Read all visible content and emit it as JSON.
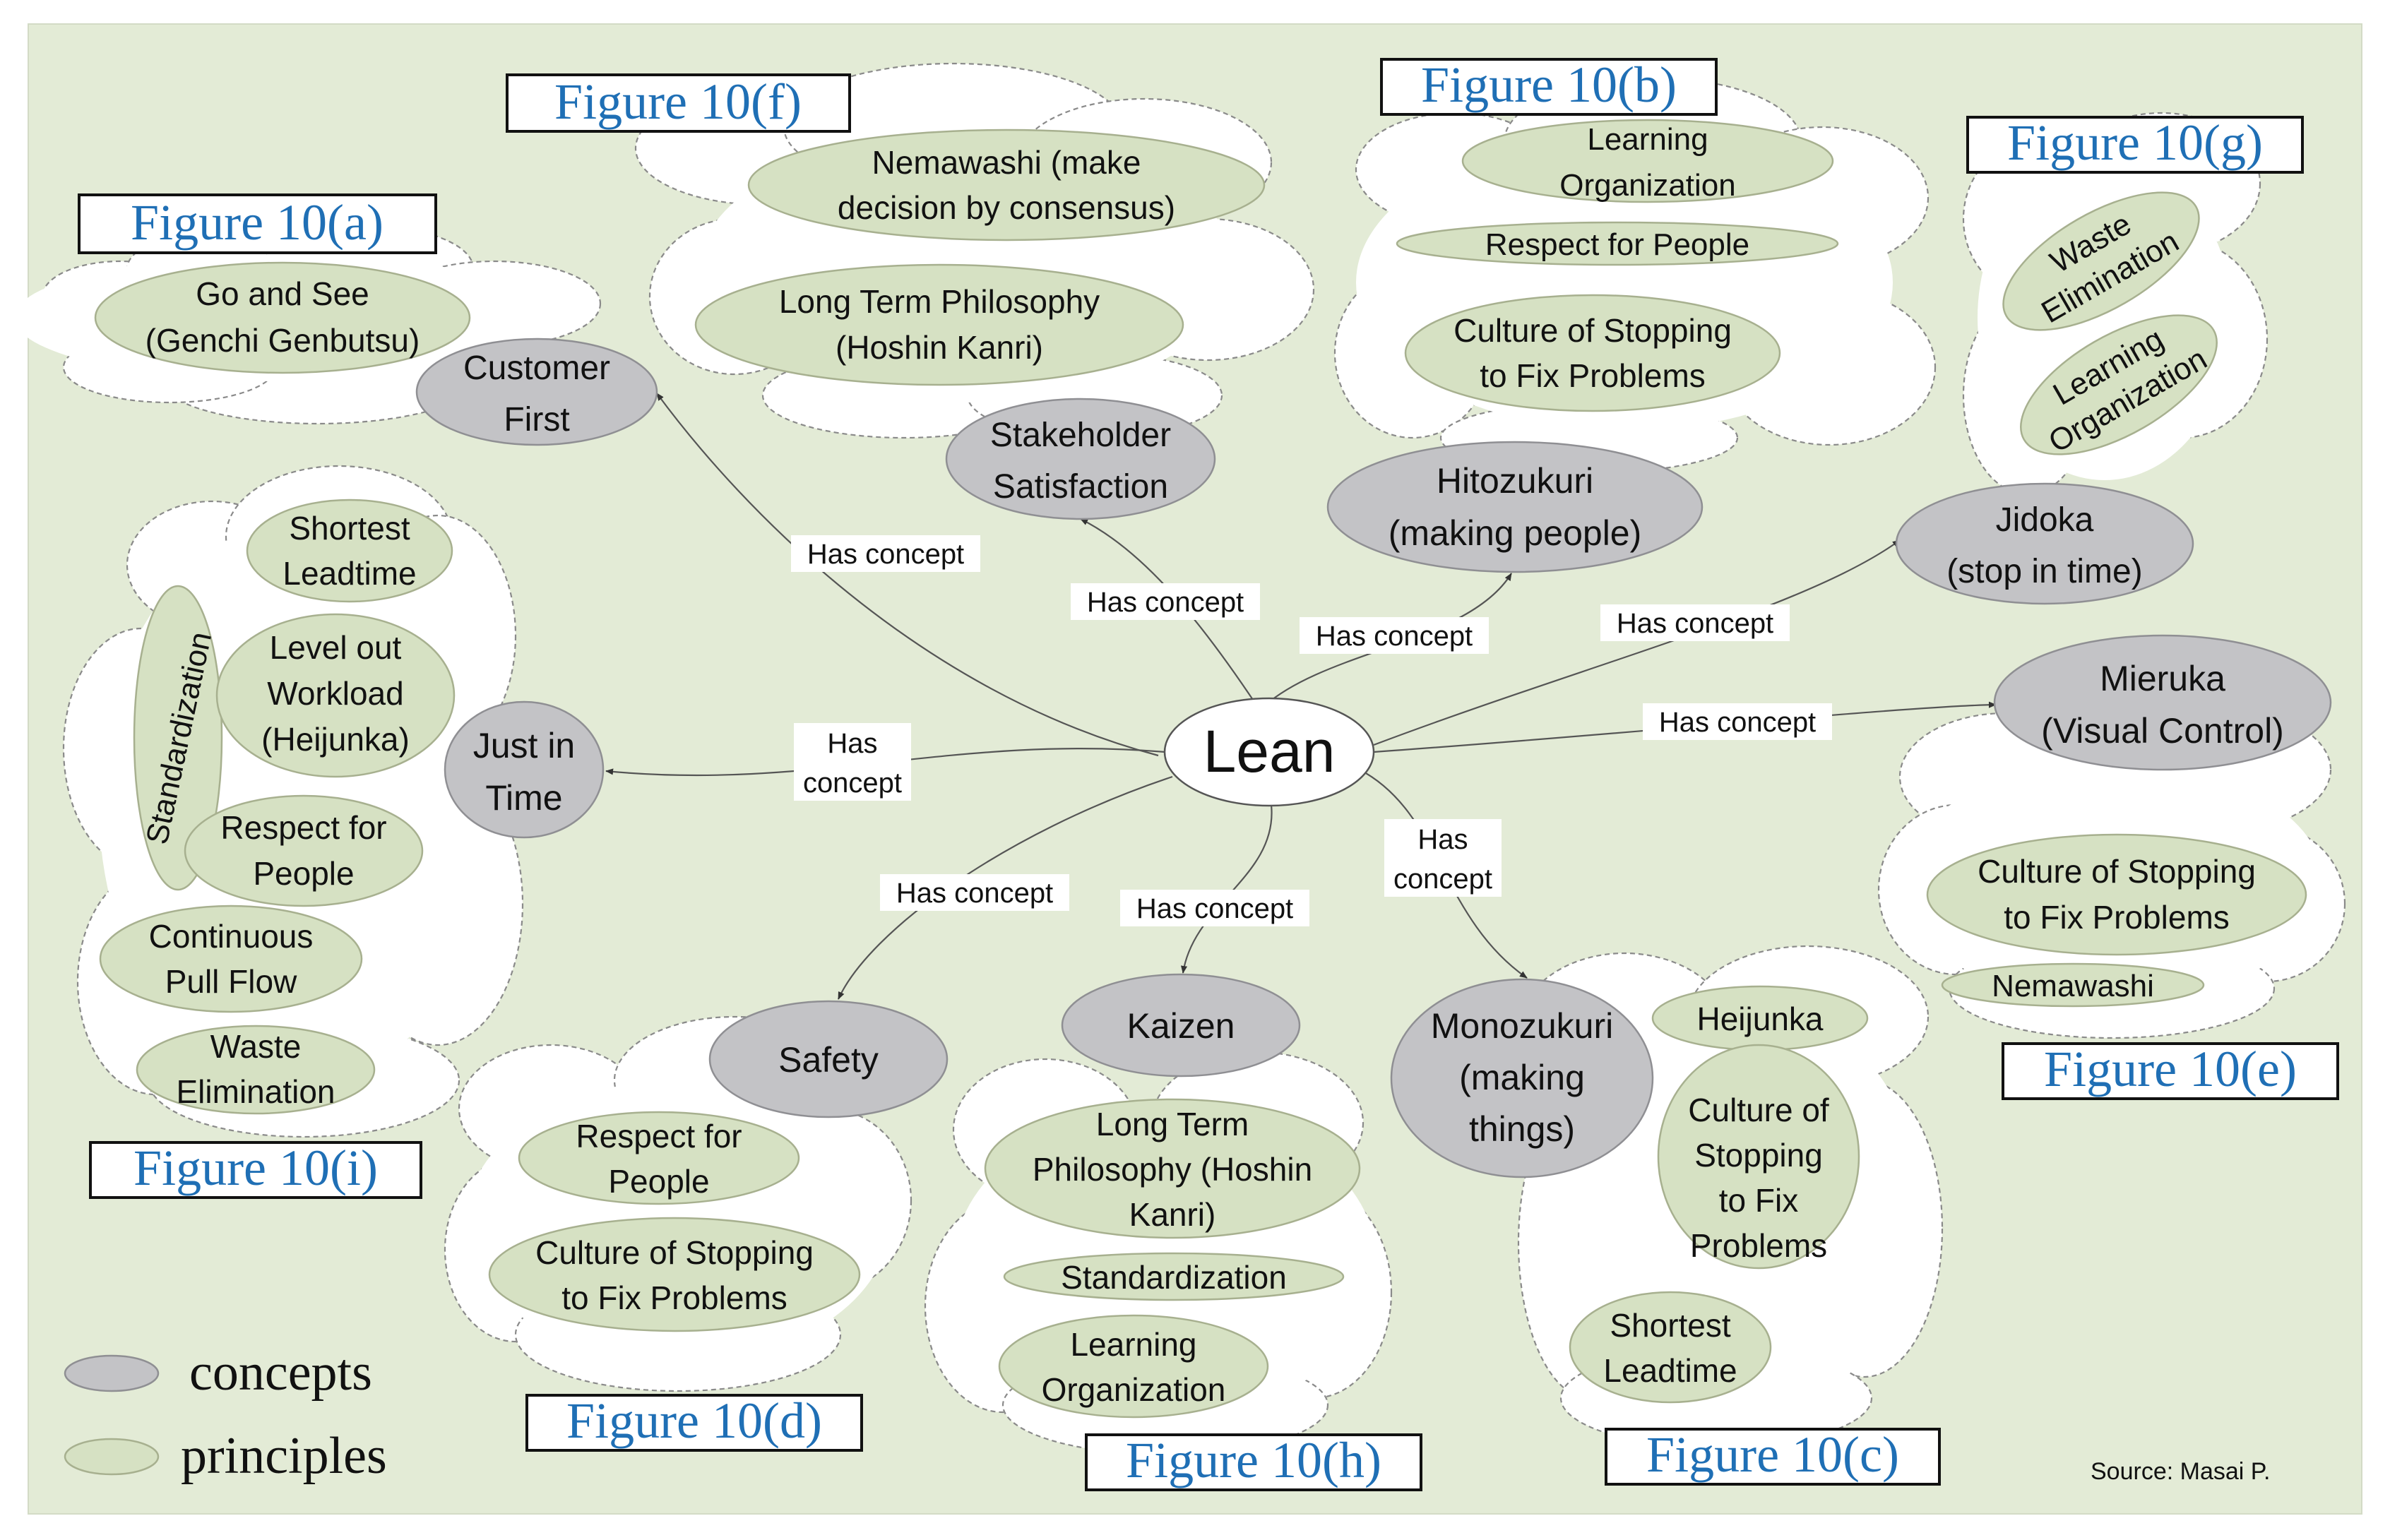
{
  "colors": {
    "background": "#e3ebd6",
    "concept_fill": "#c3c3c6",
    "principle_fill": "#d6e1c3",
    "figure_label": "#1f6fb5"
  },
  "center": {
    "label": "Lean"
  },
  "edge_label": "Has concept",
  "edge_label_split": [
    "Has",
    "concept"
  ],
  "concepts": {
    "customer_first": [
      "Customer",
      "First"
    ],
    "stakeholder": [
      "Stakeholder",
      "Satisfaction"
    ],
    "hitozukuri": [
      "Hitozukuri",
      "(making people)"
    ],
    "jidoka": [
      "Jidoka",
      "(stop in time)"
    ],
    "mieruka": [
      "Mieruka",
      "(Visual Control)"
    ],
    "just_in_time": [
      "Just in",
      "Time"
    ],
    "safety": [
      "Safety"
    ],
    "kaizen": [
      "Kaizen"
    ],
    "monozukuri": [
      "Monozukuri",
      "(making",
      "things)"
    ]
  },
  "figures": {
    "a": "Figure 10(a)",
    "b": "Figure 10(b)",
    "c": "Figure 10(c)",
    "d": "Figure 10(d)",
    "e": "Figure 10(e)",
    "f": "Figure 10(f)",
    "g": "Figure 10(g)",
    "h": "Figure 10(h)",
    "i": "Figure 10(i)"
  },
  "principles": {
    "a": [
      [
        "Go and See",
        "(Genchi Genbutsu)"
      ]
    ],
    "f": [
      [
        "Nemawashi (make",
        "decision by consensus)"
      ],
      [
        "Long Term Philosophy",
        "(Hoshin Kanri)"
      ]
    ],
    "b": [
      [
        "Learning",
        "Organization"
      ],
      [
        "Respect for People"
      ],
      [
        "Culture of Stopping",
        "to Fix Problems"
      ]
    ],
    "g": [
      [
        "Waste",
        "Elimination"
      ],
      [
        "Learning",
        "Organization"
      ]
    ],
    "i": [
      [
        "Shortest",
        "Leadtime"
      ],
      [
        "Standardization"
      ],
      [
        "Level out",
        "Workload",
        "(Heijunka)"
      ],
      [
        "Respect for",
        "People"
      ],
      [
        "Continuous",
        "Pull  Flow"
      ],
      [
        "Waste",
        "Elimination"
      ]
    ],
    "e": [
      [
        "Culture of Stopping",
        "to Fix Problems"
      ],
      [
        "Nemawashi"
      ]
    ],
    "d": [
      [
        "Respect for",
        "People"
      ],
      [
        "Culture of Stopping",
        "to Fix Problems"
      ]
    ],
    "h": [
      [
        "Long Term",
        "Philosophy (Hoshin",
        "Kanri)"
      ],
      [
        "Standardization"
      ],
      [
        "Learning",
        "Organization"
      ]
    ],
    "c": [
      [
        "Heijunka"
      ],
      [
        "Culture of",
        "Stopping",
        "to Fix",
        "Problems"
      ],
      [
        "Shortest",
        "Leadtime"
      ]
    ]
  },
  "legend": {
    "concepts": "concepts",
    "principles": "principles"
  },
  "source": "Source: Masai P."
}
